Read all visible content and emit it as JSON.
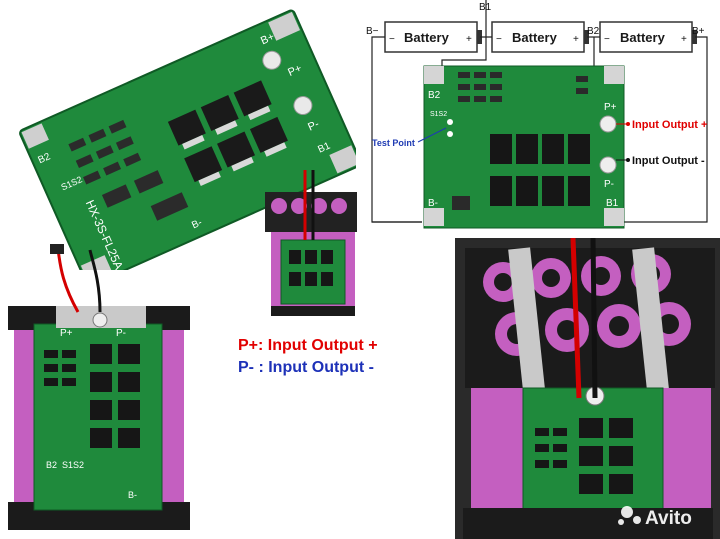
{
  "board_top_left": {
    "silk_model": "HX-3S-FL25A",
    "pad_b_plus": "B+",
    "pad_p_plus": "P+",
    "pad_p_minus": "P-",
    "pad_b1": "B1",
    "pad_b2": "B2",
    "pad_b_minus": "B-",
    "pad_s1s2": "S1S2"
  },
  "diagram": {
    "battery_label": "Battery",
    "battery_minus_sign": "−",
    "battery_plus_sign": "+",
    "node_b_minus": "B−",
    "node_b1": "B1",
    "node_b2": "B2",
    "node_b_plus": "B+",
    "board_b2": "B2",
    "board_p_plus": "P+",
    "board_p_minus": "P-",
    "board_b1": "B1",
    "board_b_minus": "B-",
    "board_s1s2": "S1S2",
    "test_point": "Test Point",
    "input_output_plus": "Input Output +",
    "input_output_minus": "Input Output -"
  },
  "legend": {
    "p_plus": "P+: Input Output +",
    "p_minus": "P- : Input Output -"
  },
  "photo_left": {
    "pad_p_plus": "P+",
    "pad_p_minus": "P-",
    "pad_b2": "B2",
    "pad_s1s2": "S1S2",
    "pad_b_minus": "B-"
  },
  "watermark": "Avito",
  "colors": {
    "pcb_green": "#1f8a3c",
    "pcb_dark": "#14642b",
    "cell_pink": "#c45fc0",
    "holder_black": "#1b1b1b",
    "nickel": "#c9c9c9",
    "wire_red": "#d40000",
    "accent_red": "#e10000",
    "accent_blue": "#1d31b8"
  }
}
